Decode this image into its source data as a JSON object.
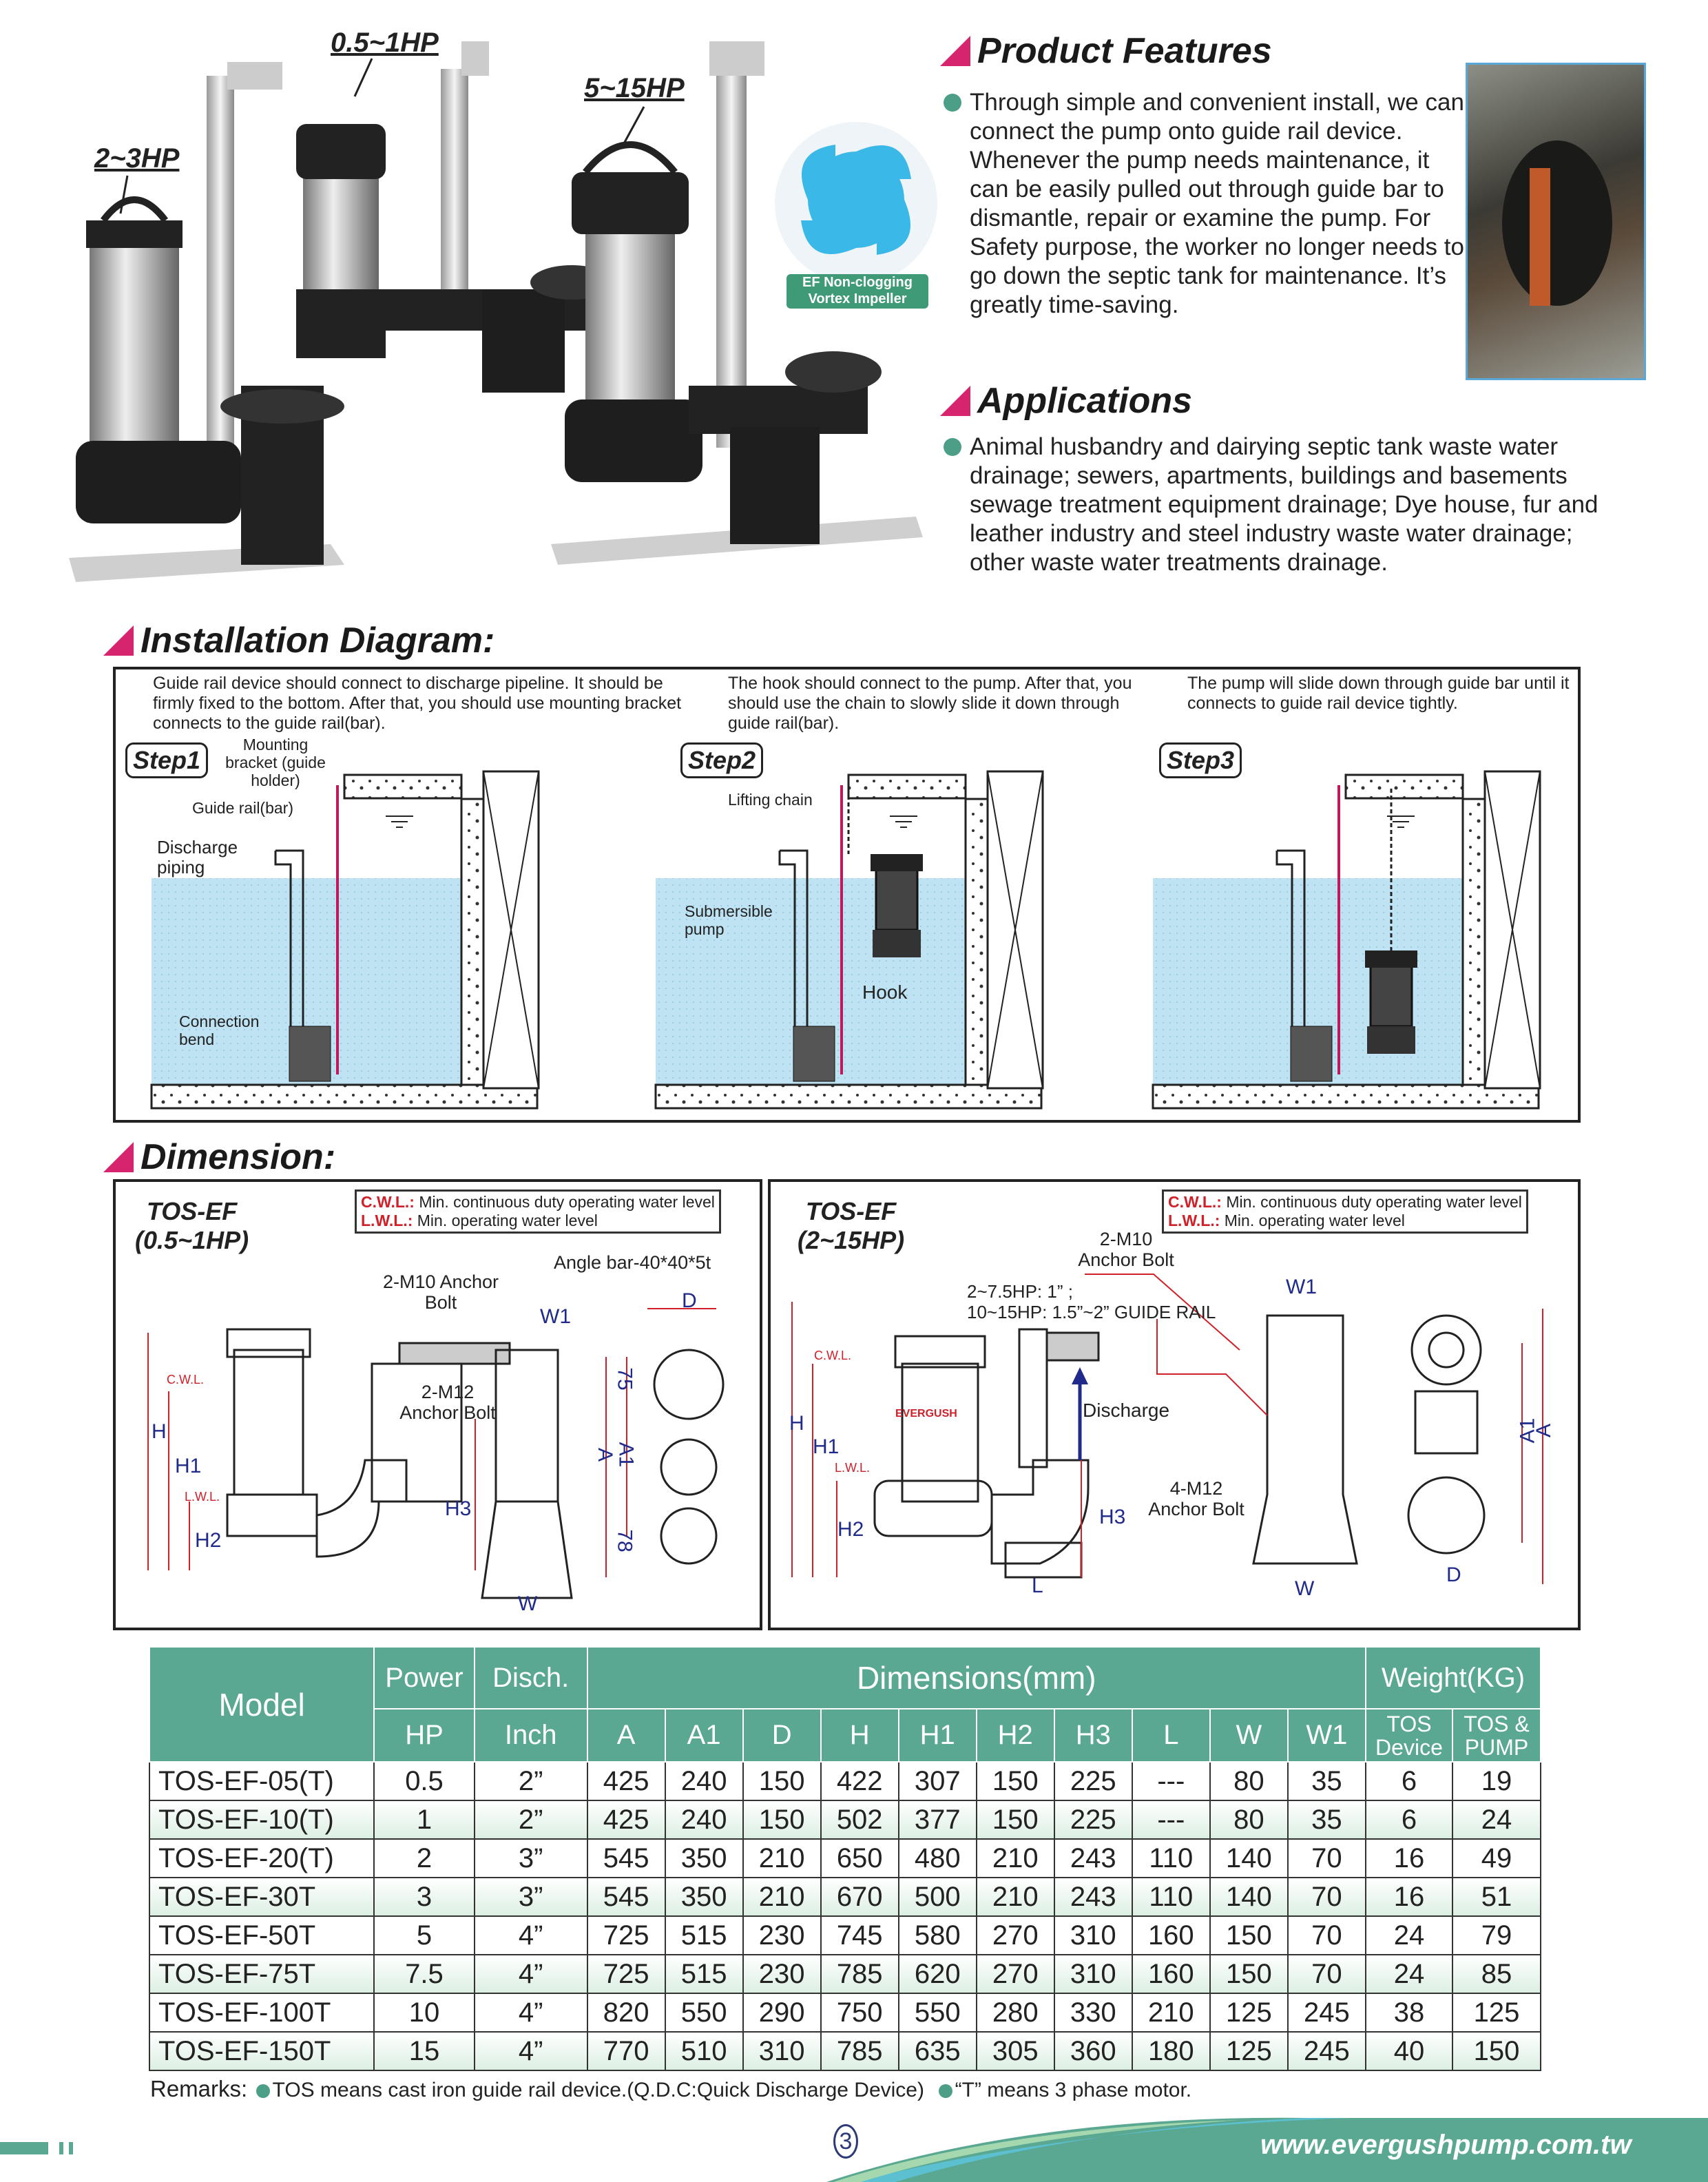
{
  "products": {
    "labels": [
      "2~3HP",
      "0.5~1HP",
      "5~15HP"
    ],
    "impeller_badge": [
      "EF Non-clogging",
      "Vortex Impeller"
    ]
  },
  "features": {
    "title": "Product Features",
    "text": "Through simple and convenient install, we can connect the pump onto guide rail device. Whenever the pump needs maintenance, it can be easily pulled out through guide bar to dismantle, repair or examine the pump. For Safety purpose, the worker no longer needs to go down the septic tank for maintenance. It’s greatly time-saving."
  },
  "applications": {
    "title": "Applications",
    "text": "Animal husbandry and dairying septic tank waste water drainage; sewers, apartments, buildings and basements sewage treatment equipment drainage; Dye house, fur and leather industry and steel industry waste water drainage; other waste water treatments drainage."
  },
  "installation": {
    "title": "Installation Diagram:",
    "steps": [
      {
        "label": "Step1",
        "text": "Guide rail device should connect to discharge pipeline. It should be firmly fixed to the bottom. After that, you should use mounting bracket connects to the guide rail(bar).",
        "callouts": [
          "Mounting bracket (guide holder)",
          "Guide rail(bar)",
          "Discharge piping",
          "Connection bend"
        ]
      },
      {
        "label": "Step2",
        "text": "The hook should connect to the pump. After that, you should use the chain to slowly slide it down through guide rail(bar).",
        "callouts": [
          "Lifting chain",
          "Submersible pump",
          "Hook"
        ]
      },
      {
        "label": "Step3",
        "text": "The pump will slide down through guide bar until it connects to guide rail device tightly.",
        "callouts": []
      }
    ]
  },
  "dimension": {
    "title": "Dimension:",
    "legend": {
      "cwl_key": "C.W.L.:",
      "cwl": "Min. continuous duty operating water level",
      "lwl_key": "L.W.L.:",
      "lwl": "Min. operating water level"
    },
    "small": {
      "model": "TOS-EF",
      "range": "(0.5~1HP)",
      "anchor1": "2-M10 Anchor Bolt",
      "angle_bar": "Angle bar-40*40*5t",
      "anchor2": "2-M12 Anchor Bolt",
      "dims": [
        "H",
        "H1",
        "H2",
        "H3",
        "W",
        "W1",
        "D",
        "A",
        "A1",
        "75",
        "78",
        "C.W.L.",
        "L.W.L."
      ]
    },
    "large": {
      "model": "TOS-EF",
      "range": "(2~15HP)",
      "anchor1": "2-M10 Anchor Bolt",
      "rail1": "2~7.5HP: 1” ;",
      "rail2": "10~15HP: 1.5”~2” GUIDE RAIL",
      "discharge": "Discharge",
      "anchor2": "4-M12 Anchor Bolt",
      "dims": [
        "H",
        "H1",
        "H2",
        "H3",
        "L",
        "W",
        "W1",
        "D",
        "A",
        "A1",
        "C.W.L.",
        "L.W.L."
      ],
      "brand": "EVERGUSH"
    }
  },
  "table": {
    "header1": [
      "Model",
      "Power",
      "Disch.",
      "Dimensions(mm)",
      "Weight(KG)"
    ],
    "header2": [
      "HP",
      "Inch",
      "A",
      "A1",
      "D",
      "H",
      "H1",
      "H2",
      "H3",
      "L",
      "W",
      "W1",
      "TOS Device",
      "TOS & PUMP"
    ],
    "rows": [
      [
        "TOS-EF-05(T)",
        "0.5",
        "2”",
        "425",
        "240",
        "150",
        "422",
        "307",
        "150",
        "225",
        "---",
        "80",
        "35",
        "6",
        "19"
      ],
      [
        "TOS-EF-10(T)",
        "1",
        "2”",
        "425",
        "240",
        "150",
        "502",
        "377",
        "150",
        "225",
        "---",
        "80",
        "35",
        "6",
        "24"
      ],
      [
        "TOS-EF-20(T)",
        "2",
        "3”",
        "545",
        "350",
        "210",
        "650",
        "480",
        "210",
        "243",
        "110",
        "140",
        "70",
        "16",
        "49"
      ],
      [
        "TOS-EF-30T",
        "3",
        "3”",
        "545",
        "350",
        "210",
        "670",
        "500",
        "210",
        "243",
        "110",
        "140",
        "70",
        "16",
        "51"
      ],
      [
        "TOS-EF-50T",
        "5",
        "4”",
        "725",
        "515",
        "230",
        "745",
        "580",
        "270",
        "310",
        "160",
        "150",
        "70",
        "24",
        "79"
      ],
      [
        "TOS-EF-75T",
        "7.5",
        "4”",
        "725",
        "515",
        "230",
        "785",
        "620",
        "270",
        "310",
        "160",
        "150",
        "70",
        "24",
        "85"
      ],
      [
        "TOS-EF-100T",
        "10",
        "4”",
        "820",
        "550",
        "290",
        "750",
        "550",
        "280",
        "330",
        "210",
        "125",
        "245",
        "38",
        "125"
      ],
      [
        "TOS-EF-150T",
        "15",
        "4”",
        "770",
        "510",
        "310",
        "785",
        "635",
        "305",
        "360",
        "180",
        "125",
        "245",
        "40",
        "150"
      ]
    ],
    "remarks_label": "Remarks:",
    "remark1": "TOS means cast iron guide rail device.(Q.D.C:Quick Discharge Device)",
    "remark2": "“T” means 3 phase motor."
  },
  "footer": {
    "page": "3",
    "url": "www.evergushpump.com.tw"
  },
  "colors": {
    "teal": "#5aa892",
    "accent": "#d6246e",
    "water": "#bfe3f3",
    "impeller": "#3ab8e8"
  }
}
